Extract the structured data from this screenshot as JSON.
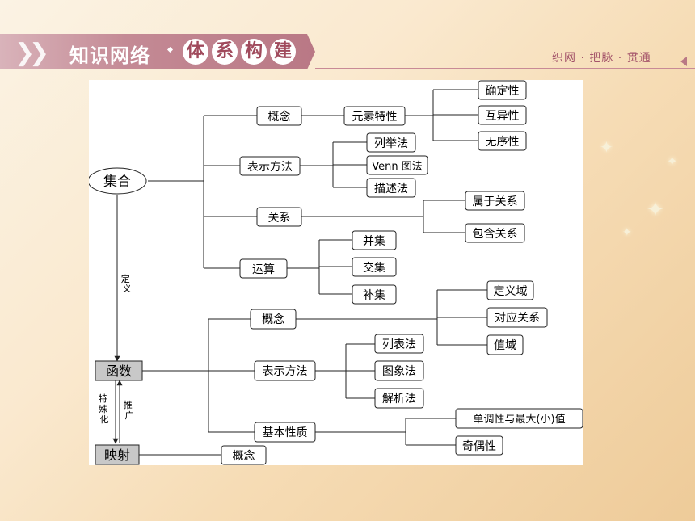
{
  "header": {
    "title": "知识网络",
    "badges": [
      "体",
      "系",
      "构",
      "建"
    ],
    "subtitle": "织网 · 把脉 · 贯通"
  },
  "diagram": {
    "set_root": "集合",
    "set_concept": "概念",
    "element_props": "元素特性",
    "prop_definite": "确定性",
    "prop_distinct": "互异性",
    "prop_unordered": "无序性",
    "set_repr": "表示方法",
    "repr_list": "列举法",
    "repr_venn": "Venn 图法",
    "repr_desc": "描述法",
    "set_relation": "关系",
    "rel_belong": "属于关系",
    "rel_contain": "包含关系",
    "set_ops": "运算",
    "op_union": "并集",
    "op_intersect": "交集",
    "op_complement": "补集",
    "define_label": "定义",
    "func_root": "函数",
    "func_concept": "概念",
    "domain": "定义域",
    "correspondence": "对应关系",
    "range": "值域",
    "func_repr": "表示方法",
    "repr_table": "列表法",
    "repr_graph": "图象法",
    "repr_formula": "解析法",
    "func_props": "基本性质",
    "prop_monotone": "单调性与最大(小)值",
    "prop_parity": "奇偶性",
    "special_label": "特殊化",
    "general_label": "推广",
    "map_root": "映射",
    "map_concept": "概念"
  }
}
